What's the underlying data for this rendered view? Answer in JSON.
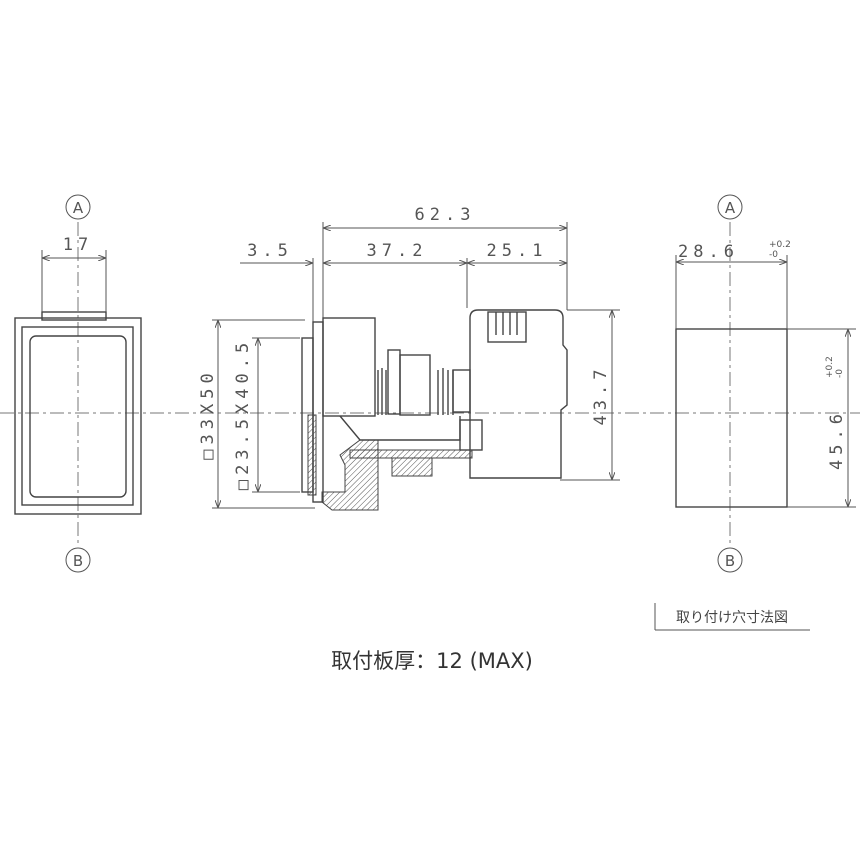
{
  "datums": {
    "top": "A",
    "bottom": "B"
  },
  "front_view": {
    "width_dim": "17"
  },
  "side_view": {
    "overall_length": "62.3",
    "flange_thickness": "3.5",
    "body_length": "37.2",
    "terminal_length": "25.1",
    "terminal_height": "43.7",
    "bezel_size": "□33X50",
    "lens_size": "□23.5X40.5"
  },
  "cutout_view": {
    "width": "28.6",
    "height": "45.6",
    "tol_plus": "+0.2",
    "tol_minus": "-0",
    "caption": "取り付け穴寸法図"
  },
  "note": "取付板厚：12 (MAX)"
}
